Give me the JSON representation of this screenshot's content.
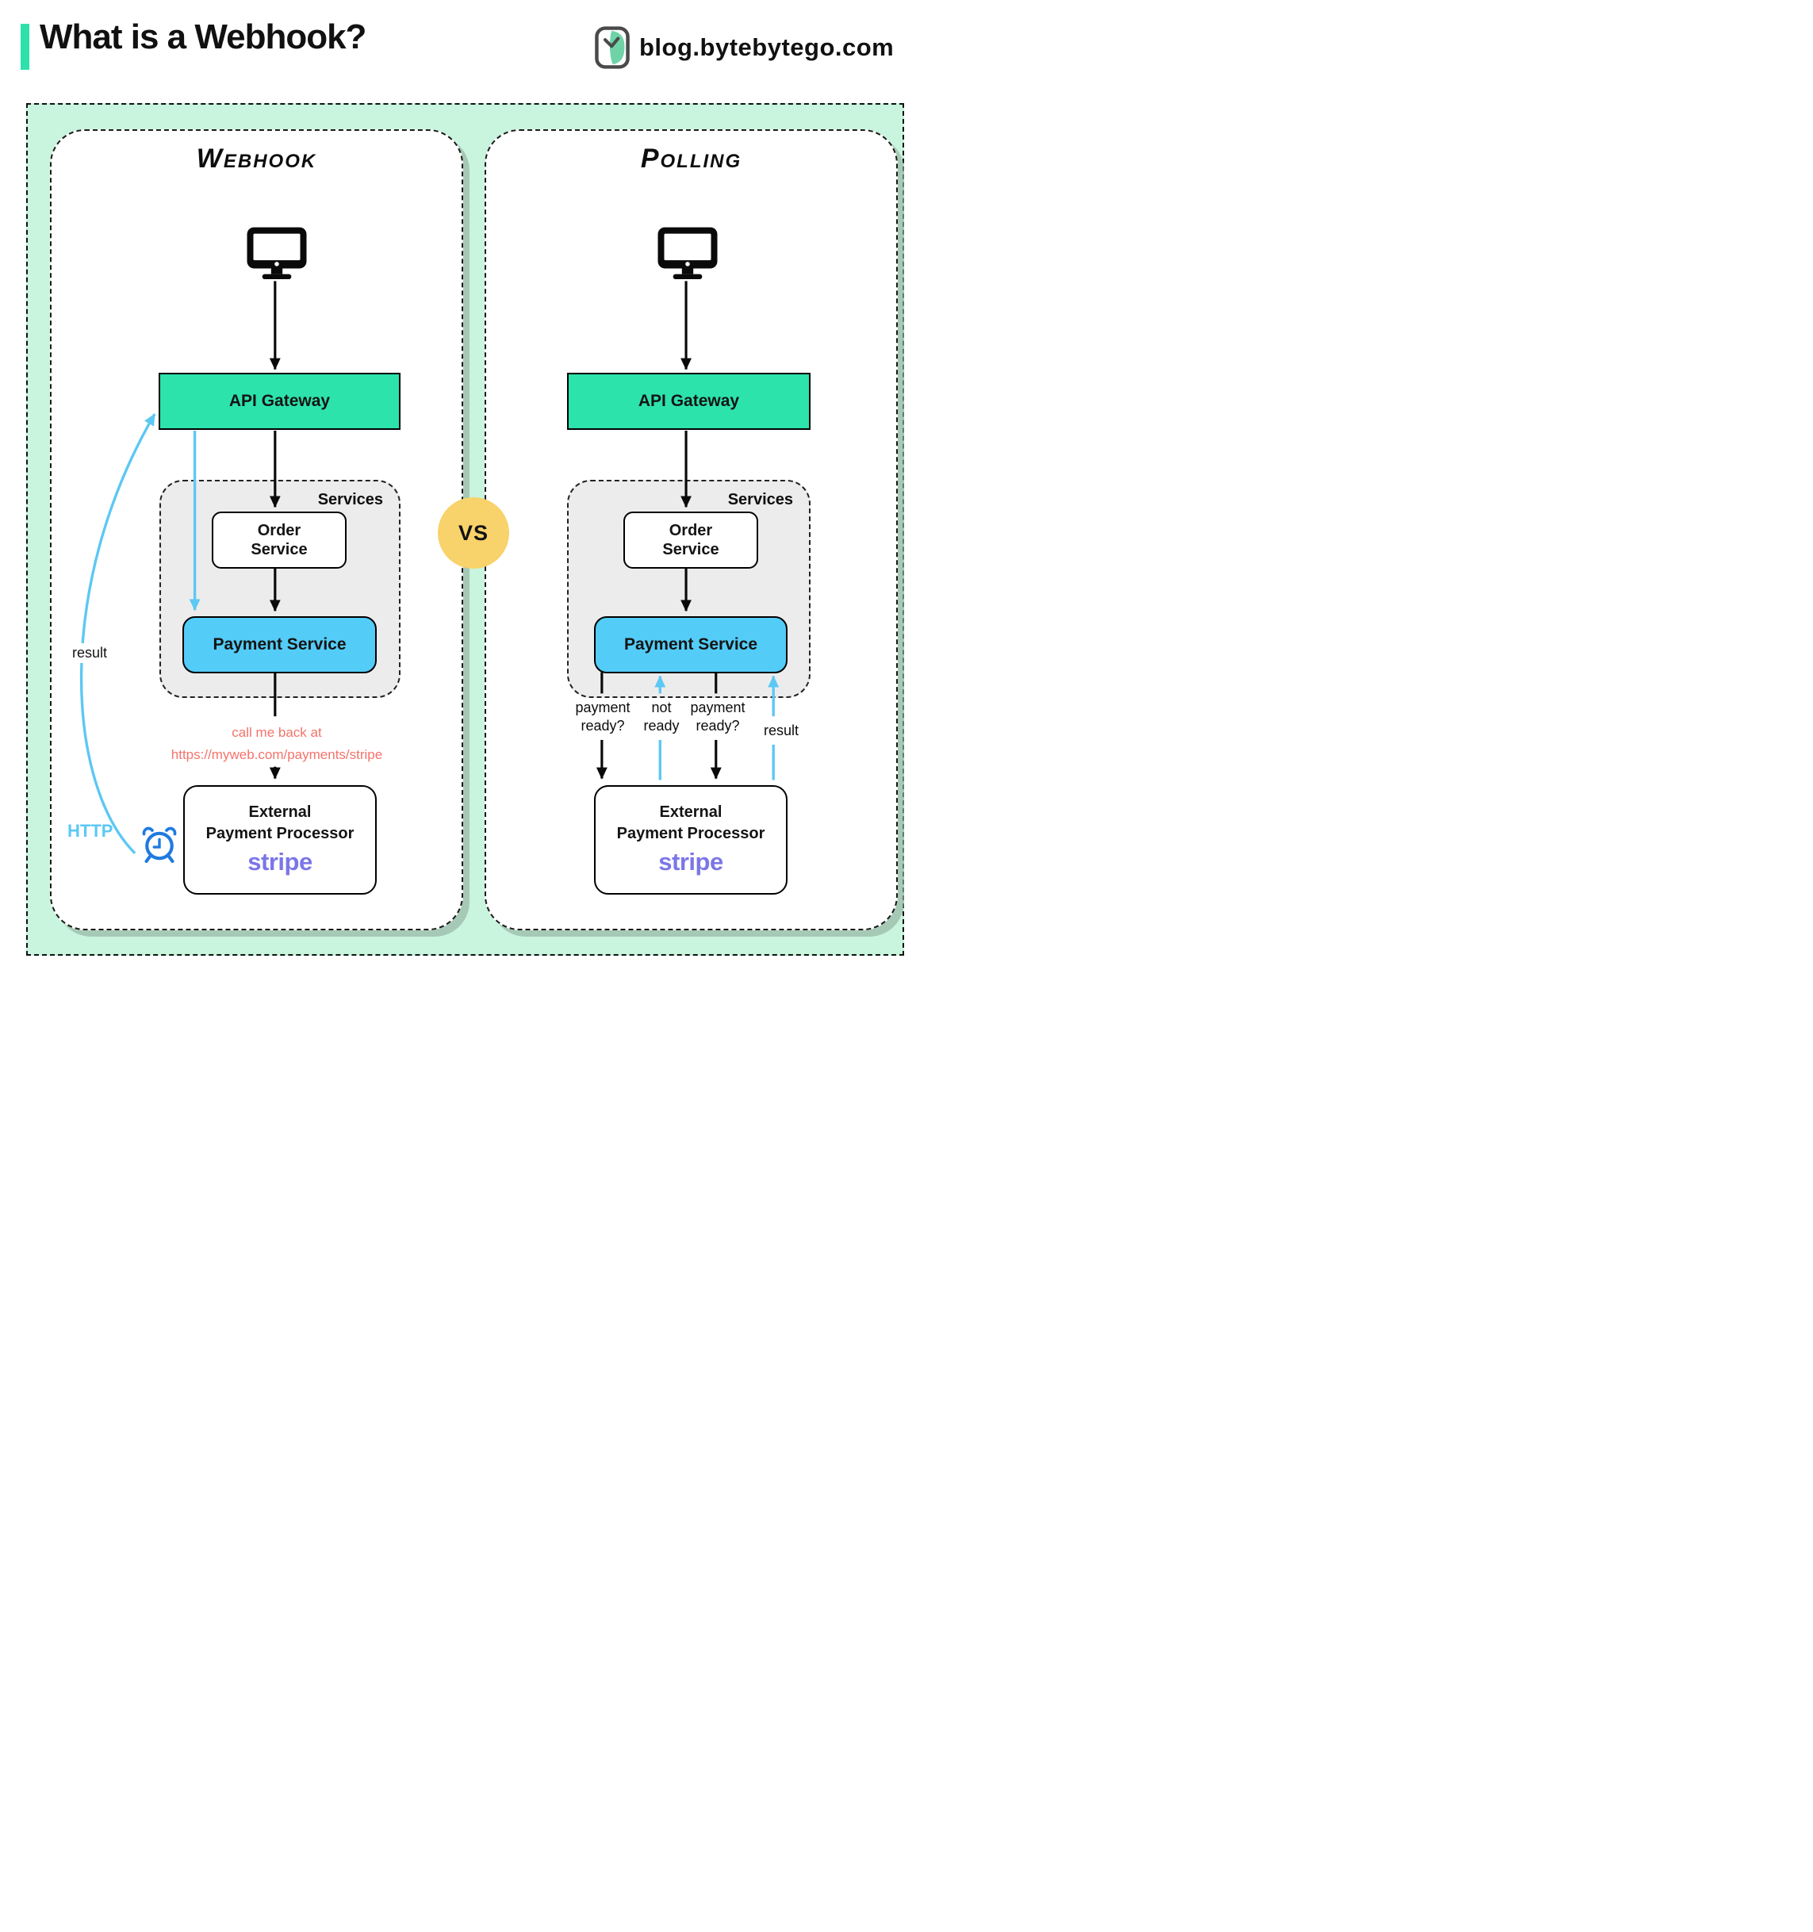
{
  "header": {
    "title": "What is a Webhook?",
    "logo_text": "blog.bytebytego.com"
  },
  "vs_label": "VS",
  "panels": [
    {
      "title": "Webhook",
      "api_gateway": "API Gateway",
      "services_label": "Services",
      "order_service": "Order\nService",
      "payment_service": "Payment Service",
      "external_line1": "External",
      "external_line2": "Payment Processor",
      "external_brand": "stripe",
      "callback_label": "call me back at\nhttps://myweb.com/payments/stripe",
      "result_label": "result",
      "http_label": "HTTP"
    },
    {
      "title": "Polling",
      "api_gateway": "API Gateway",
      "services_label": "Services",
      "order_service": "Order\nService",
      "payment_service": "Payment Service",
      "external_line1": "External",
      "external_line2": "Payment Processor",
      "external_brand": "stripe",
      "flow_labels": {
        "q1": "payment\nready?",
        "a1": "not\nready",
        "q2": "payment\nready?",
        "result": "result"
      }
    }
  ],
  "colors": {
    "accent_teal": "#2ee0ac",
    "api_fill": "#2ce3ac",
    "payment_fill": "#53ccf7",
    "arrow_blue": "#5cc8f4",
    "alarm_blue": "#1f7ae0",
    "salmon": "#f4736b",
    "stripe_purple": "#7b76e8",
    "vs_yellow": "#f8d26a",
    "mint": "#c9f4de",
    "services_gray": "#ececec"
  }
}
